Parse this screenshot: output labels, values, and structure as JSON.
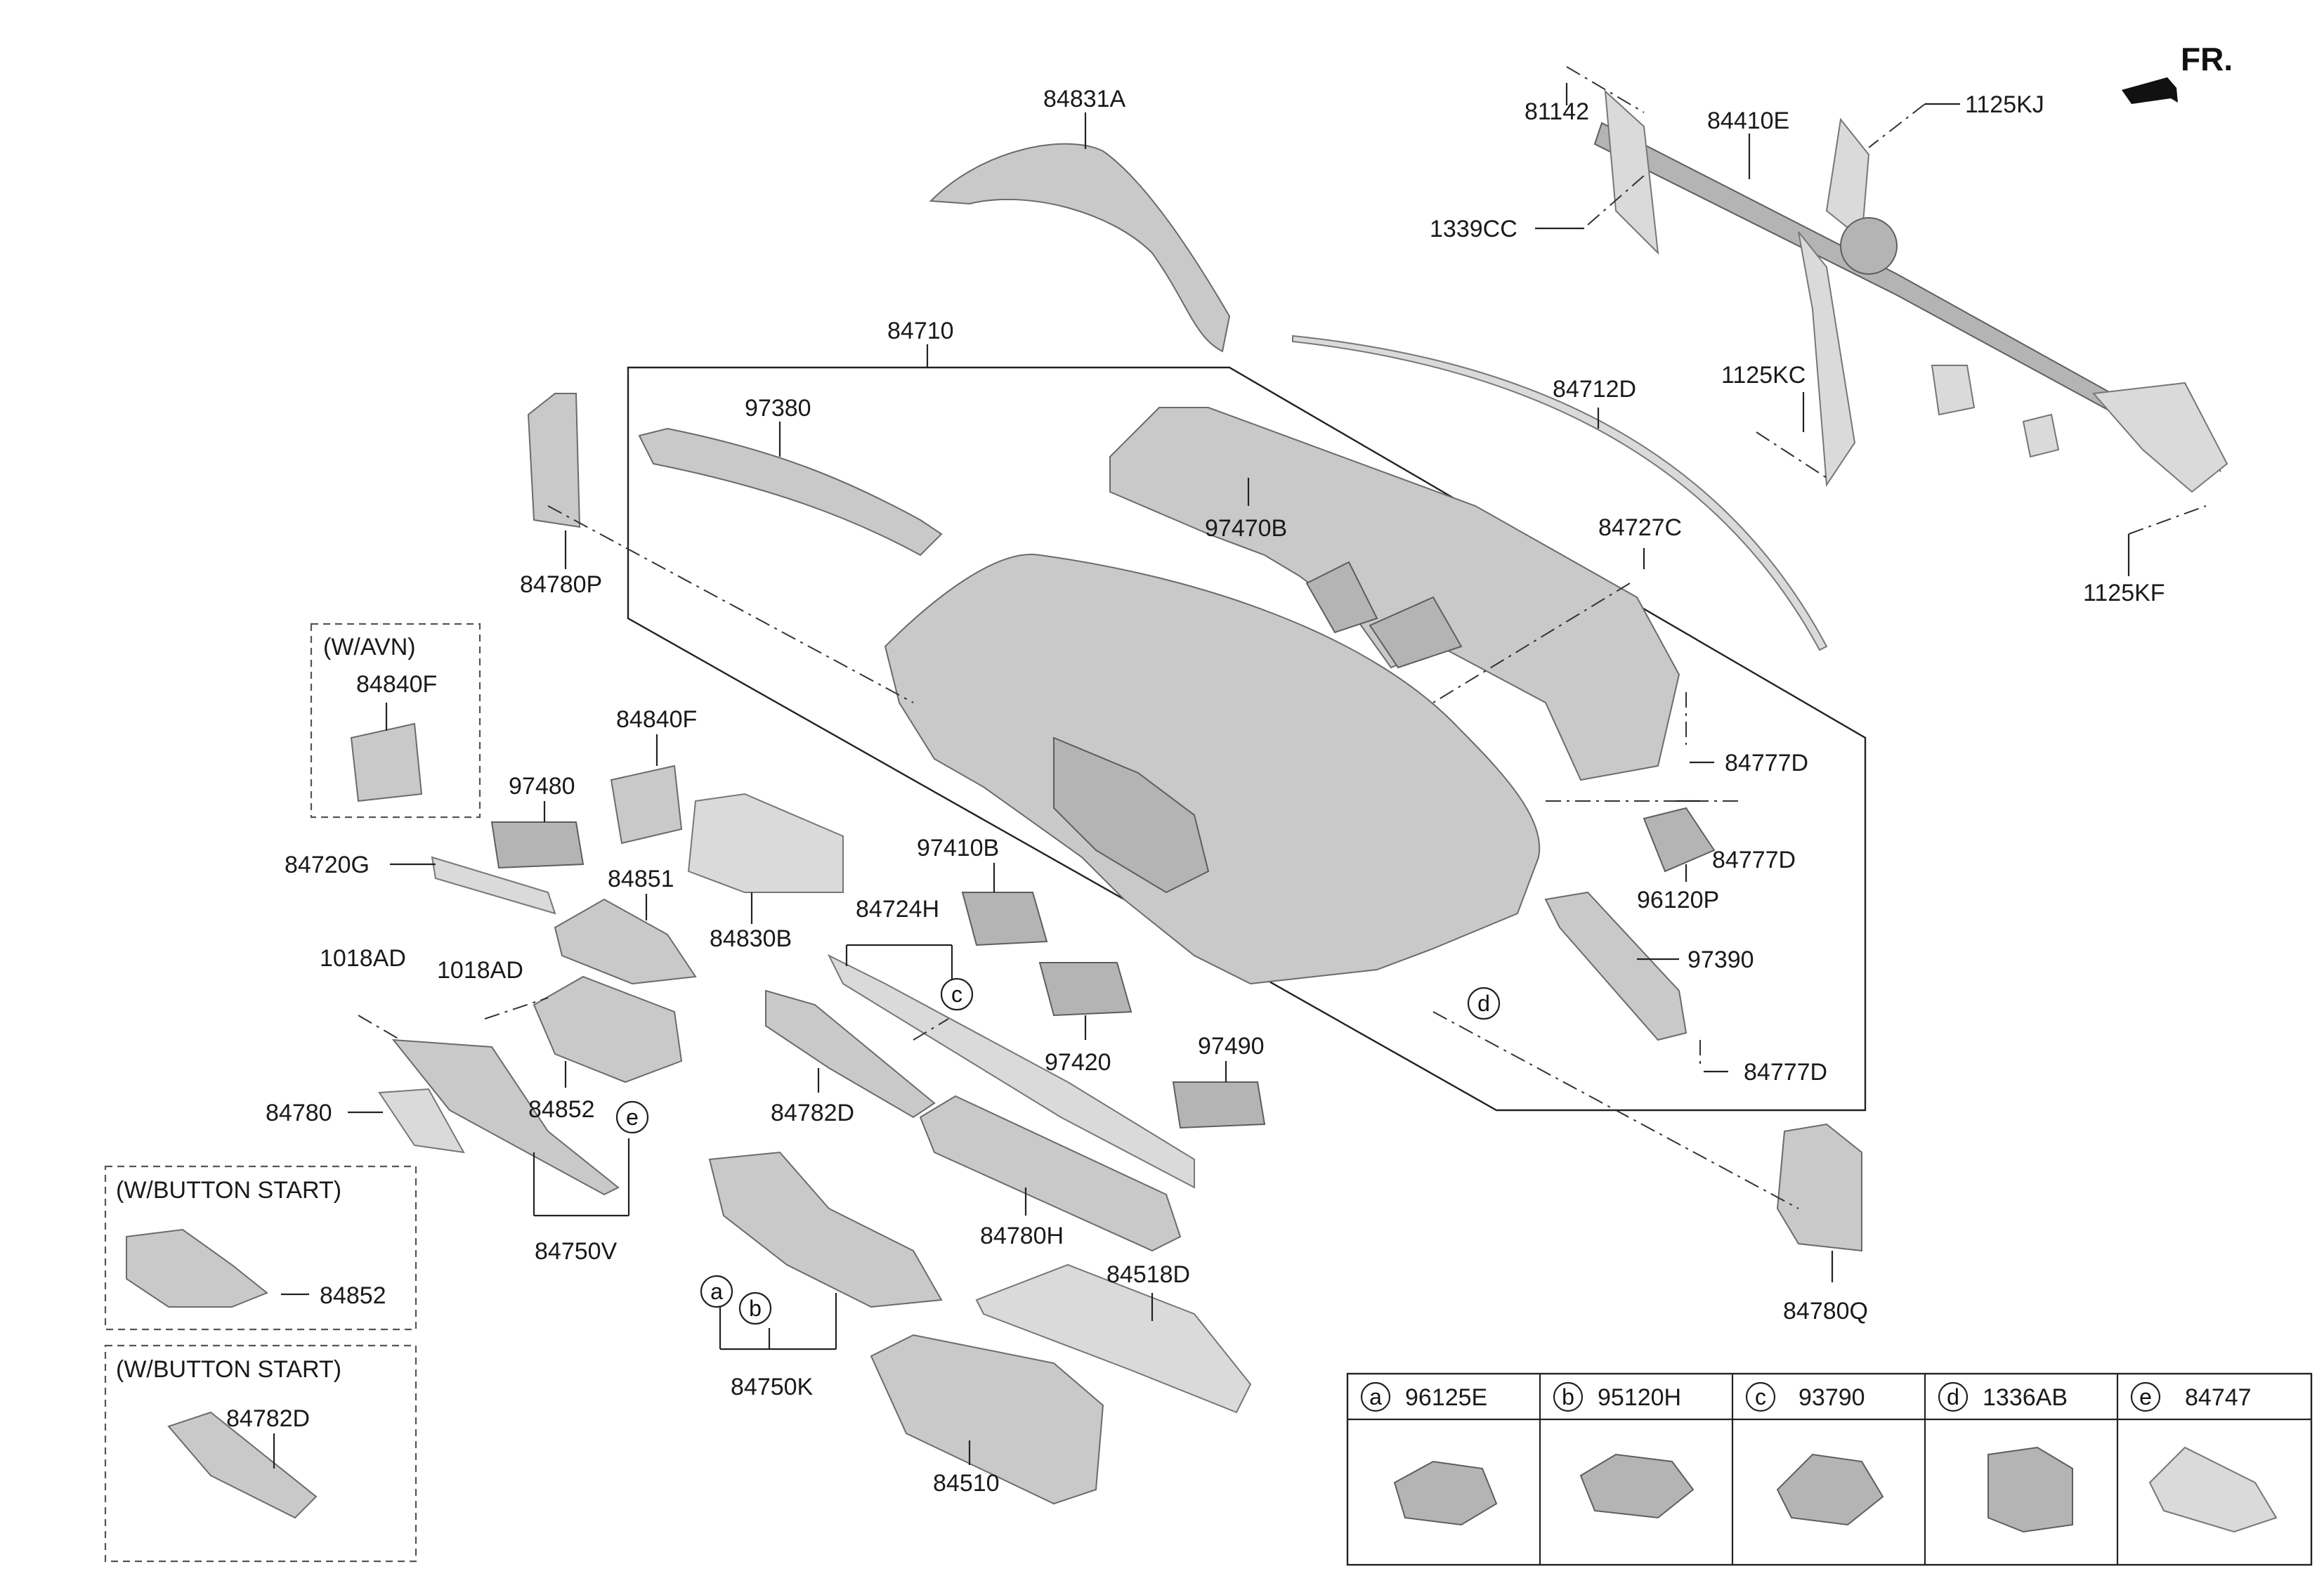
{
  "direction": {
    "label": "FR."
  },
  "notes": {
    "w_avn": "(W/AVN)",
    "w_button_start_1": "(W/BUTTON START)",
    "w_button_start_2": "(W/BUTTON START)"
  },
  "labels": {
    "p84831A": "84831A",
    "p81142": "81142",
    "p84410E": "84410E",
    "p1125KJ": "1125KJ",
    "p1339CC": "1339CC",
    "p84710": "84710",
    "p84712D": "84712D",
    "p1125KC": "1125KC",
    "p97380": "97380",
    "p84780P": "84780P",
    "p97470B": "97470B",
    "p84727C": "84727C",
    "p1125KF": "1125KF",
    "p84840F_avn": "84840F",
    "p84840F": "84840F",
    "p97480": "97480",
    "p84777D_1": "84777D",
    "p84777D_2": "84777D",
    "p84777D_3": "84777D",
    "p84720G": "84720G",
    "p84851": "84851",
    "p84830B": "84830B",
    "p97410B": "97410B",
    "p84724H": "84724H",
    "p96120P": "96120P",
    "p97390": "97390",
    "p1018AD_1": "1018AD",
    "p1018AD_2": "1018AD",
    "p97420": "97420",
    "p97490": "97490",
    "p84780": "84780",
    "p84852": "84852",
    "p84782D": "84782D",
    "p84750V": "84750V",
    "p84780H": "84780H",
    "p84518D": "84518D",
    "p84852_btn": "84852",
    "p84782D_btn": "84782D",
    "p84750K": "84750K",
    "p84510": "84510",
    "p84780Q": "84780Q"
  },
  "callouts": {
    "a": "a",
    "b": "b",
    "c": "c",
    "d": "d",
    "e": "e"
  },
  "legend": [
    {
      "letter": "a",
      "part": "96125E"
    },
    {
      "letter": "b",
      "part": "95120H"
    },
    {
      "letter": "c",
      "part": "93790"
    },
    {
      "letter": "d",
      "part": "1336AB"
    },
    {
      "letter": "e",
      "part": "84747"
    }
  ]
}
